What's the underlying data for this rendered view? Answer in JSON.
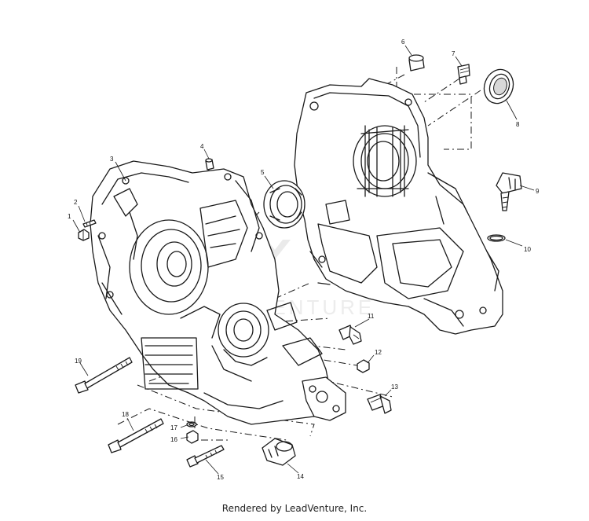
{
  "footer_text": "Rendered by LeadVenture, Inc.",
  "watermark_text": "VENTURE",
  "callouts": [
    "1",
    "2",
    "3",
    "4",
    "5",
    "6",
    "7",
    "8",
    "9",
    "10",
    "11",
    "12",
    "13",
    "14",
    "15",
    "16",
    "17",
    "18",
    "19"
  ]
}
